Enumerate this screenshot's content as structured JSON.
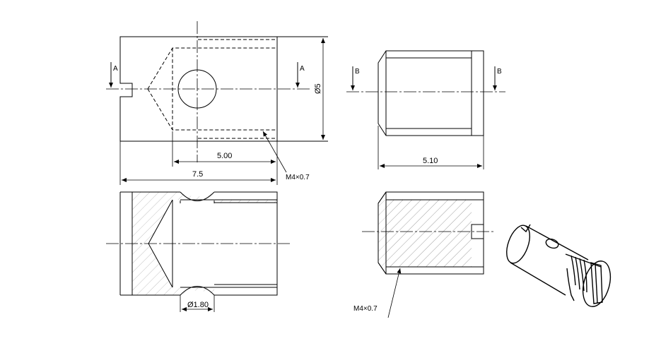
{
  "drawing": {
    "section_a_marks": [
      "A",
      "A"
    ],
    "section_b_marks": [
      "B",
      "B"
    ],
    "dimensions": {
      "hole_depth": "5.00",
      "overall_length": "7.5",
      "diameter": "Ø5",
      "side_length": "5.10",
      "cross_hole": "Ø1.80"
    },
    "thread_callouts": [
      "M4×0.7",
      "M4×0.7"
    ]
  }
}
